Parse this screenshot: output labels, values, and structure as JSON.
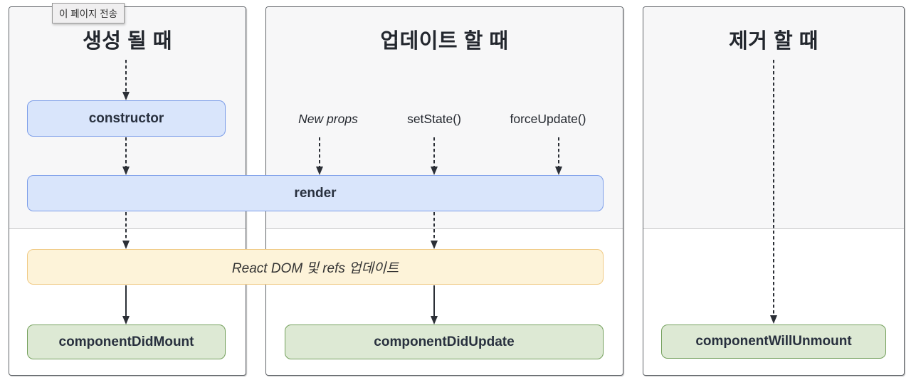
{
  "tooltip": {
    "text": "이 페이지 전송"
  },
  "columns": [
    {
      "title": "생성 될 때"
    },
    {
      "title": "업데이트 할 때"
    },
    {
      "title": "제거 할 때"
    }
  ],
  "triggers": [
    "New props",
    "setState()",
    "forceUpdate()"
  ],
  "nodes": {
    "constructor": "constructor",
    "render": "render",
    "react_dom_update": "React DOM 및 refs 업데이트",
    "component_did_mount": "componentDidMount",
    "component_did_update": "componentDidUpdate",
    "component_will_unmount": "componentWillUnmount"
  },
  "colors": {
    "lifecycle_box_fill": "#d9e5fb",
    "lifecycle_box_border": "#7d9ee9",
    "dom_box_fill": "#fdf3d9",
    "dom_box_border": "#f0ca85",
    "method_box_fill": "#dde9d4",
    "method_box_border": "#74a05c",
    "panel_top_fill": "#f7f7f8",
    "panel_border": "#5f6368",
    "divider": "#c8c8c8",
    "arrow": "#2b2f36"
  }
}
